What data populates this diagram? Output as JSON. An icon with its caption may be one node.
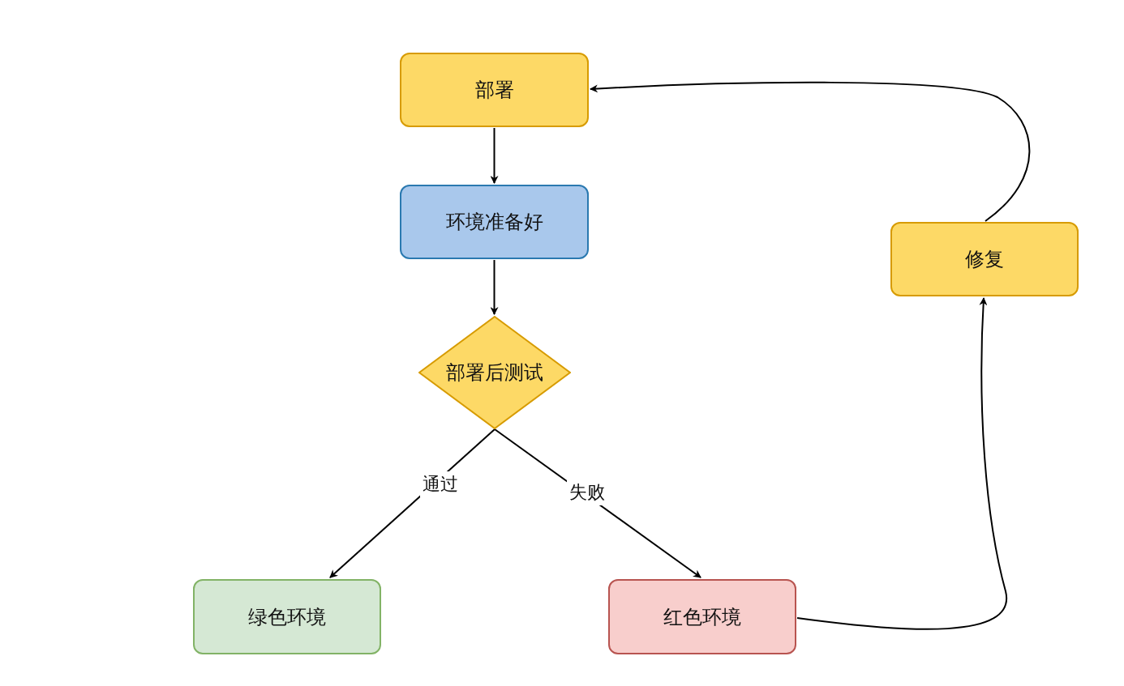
{
  "diagram": {
    "nodes": [
      {
        "text": [
          "部署"
        ]
      },
      {
        "text": [
          "环境准备好"
        ]
      },
      {
        "text": [
          "部署后测试"
        ]
      },
      {
        "text": [
          "绿色环境"
        ]
      },
      {
        "text": [
          "红色环境"
        ]
      },
      {
        "text": [
          "修复"
        ]
      }
    ],
    "edges": [
      {
        "from": 0,
        "to": 1,
        "arrow": "to"
      },
      {
        "from": 1,
        "to": 2,
        "arrow": "to"
      },
      {
        "from": 2,
        "to": 3,
        "arrow": "to",
        "label": "通过"
      },
      {
        "from": 2,
        "to": 4,
        "arrow": "to",
        "label": "失败"
      },
      {
        "from": 4,
        "to": 5,
        "arrow": "to"
      },
      {
        "from": 5,
        "to": 0,
        "arrow": "to"
      }
    ]
  }
}
